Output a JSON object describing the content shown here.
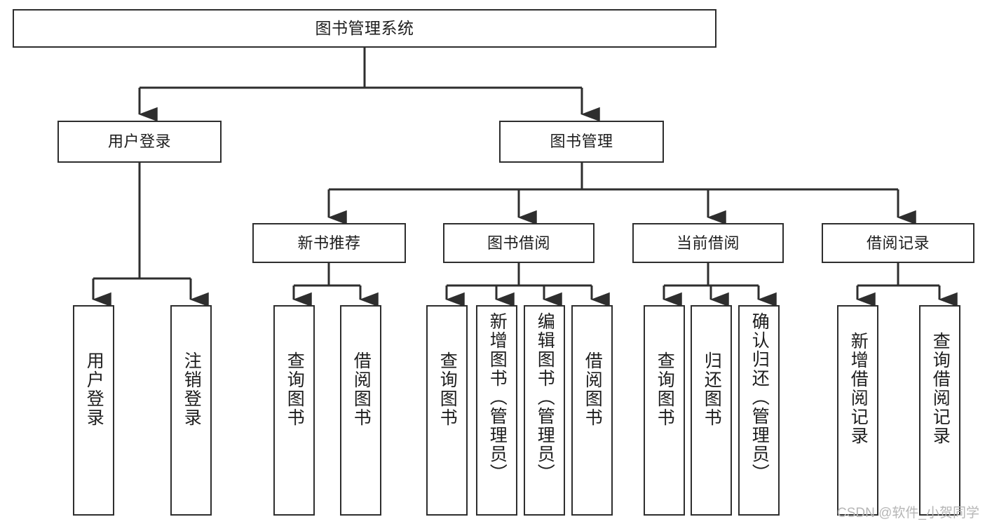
{
  "diagram": {
    "title": "图书管理系统",
    "type": "hierarchy-tree",
    "colors": {
      "stroke": "#2e2e2e",
      "fill": "#ffffff",
      "text": "#1d1d1d",
      "watermark": "#b6b6b6"
    },
    "nodes": {
      "root": {
        "label": "图书管理系统",
        "level": 0,
        "orientation": "horizontal"
      },
      "l2": [
        {
          "id": "user-login",
          "label": "用户登录",
          "level": 1,
          "orientation": "horizontal"
        },
        {
          "id": "book-manage",
          "label": "图书管理",
          "level": 1,
          "orientation": "horizontal"
        }
      ],
      "l3": [
        {
          "id": "new-book-rec",
          "label": "新书推荐",
          "level": 2,
          "orientation": "horizontal",
          "parent": "book-manage"
        },
        {
          "id": "book-borrow",
          "label": "图书借阅",
          "level": 2,
          "orientation": "horizontal",
          "parent": "book-manage"
        },
        {
          "id": "current-borrow",
          "label": "当前借阅",
          "level": 2,
          "orientation": "horizontal",
          "parent": "book-manage"
        },
        {
          "id": "borrow-record",
          "label": "借阅记录",
          "level": 2,
          "orientation": "horizontal",
          "parent": "book-manage"
        }
      ],
      "leaves": [
        {
          "id": "leaf-user-login",
          "label": "用户登录",
          "parent": "user-login",
          "orientation": "vertical"
        },
        {
          "id": "leaf-user-logout",
          "label": "注销登录",
          "parent": "user-login",
          "orientation": "vertical"
        },
        {
          "id": "leaf-query-book-1",
          "label": "查询图书",
          "parent": "new-book-rec",
          "orientation": "vertical"
        },
        {
          "id": "leaf-borrow-book-1",
          "label": "借阅图书",
          "parent": "new-book-rec",
          "orientation": "vertical"
        },
        {
          "id": "leaf-query-book-2",
          "label": "查询图书",
          "parent": "book-borrow",
          "orientation": "vertical"
        },
        {
          "id": "leaf-add-book",
          "label": "新增图书（管理员）",
          "parent": "book-borrow",
          "orientation": "vertical"
        },
        {
          "id": "leaf-edit-book",
          "label": "编辑图书（管理员）",
          "parent": "book-borrow",
          "orientation": "vertical"
        },
        {
          "id": "leaf-borrow-book-2",
          "label": "借阅图书",
          "parent": "book-borrow",
          "orientation": "vertical"
        },
        {
          "id": "leaf-query-book-3",
          "label": "查询图书",
          "parent": "current-borrow",
          "orientation": "vertical"
        },
        {
          "id": "leaf-return-book",
          "label": "归还图书",
          "parent": "current-borrow",
          "orientation": "vertical"
        },
        {
          "id": "leaf-confirm-return",
          "label": "确认归还（管理员）",
          "parent": "current-borrow",
          "orientation": "vertical"
        },
        {
          "id": "leaf-add-record",
          "label": "新增借阅记录",
          "parent": "borrow-record",
          "orientation": "vertical"
        },
        {
          "id": "leaf-query-record",
          "label": "查询借阅记录",
          "parent": "borrow-record",
          "orientation": "vertical"
        }
      ]
    }
  },
  "watermark": {
    "text": "CSDN @软件_小贺同学"
  }
}
